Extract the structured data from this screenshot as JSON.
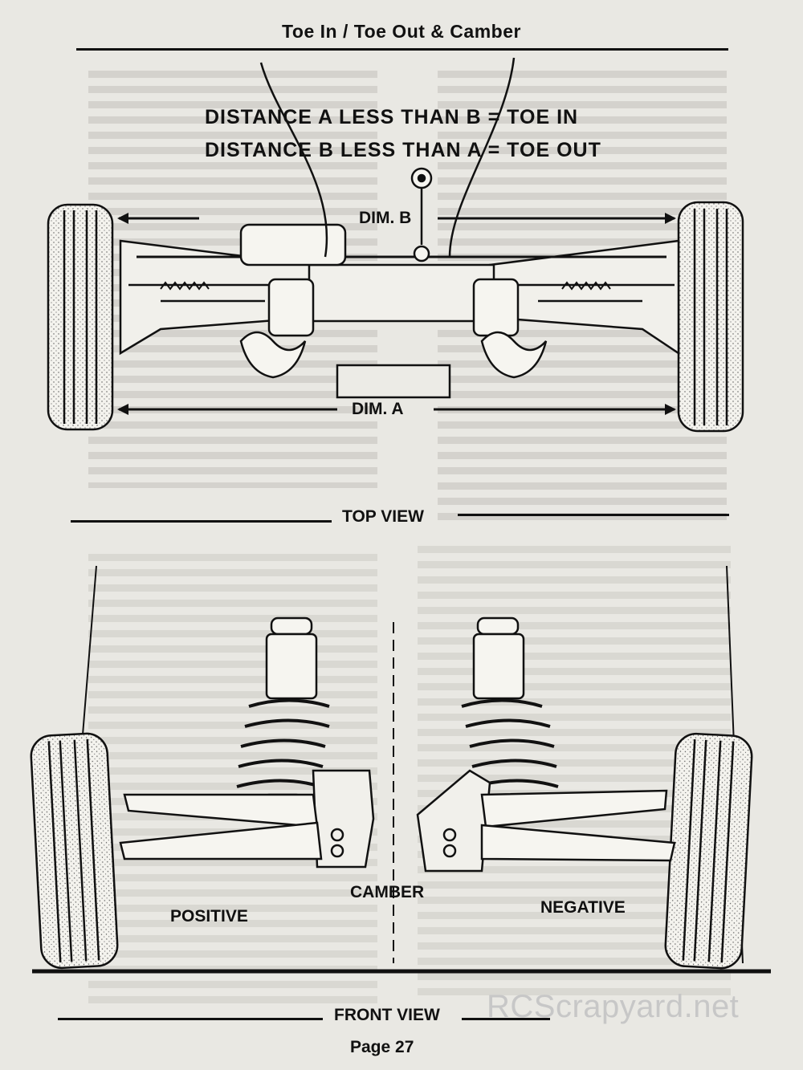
{
  "page_title": "Toe In /  Toe Out & Camber",
  "toe": {
    "line1": "DISTANCE A LESS THAN B = TOE IN",
    "line2": "DISTANCE B LESS THAN A = TOE OUT",
    "dim_b": "DIM. B",
    "dim_a": "DIM. A",
    "view_label": "TOP VIEW"
  },
  "camber": {
    "title": "CAMBER",
    "positive": "POSITIVE",
    "negative": "NEGATIVE",
    "view_label": "FRONT VIEW"
  },
  "footer": {
    "page_label": "Page  27",
    "watermark": "RCScrapyard.net"
  }
}
